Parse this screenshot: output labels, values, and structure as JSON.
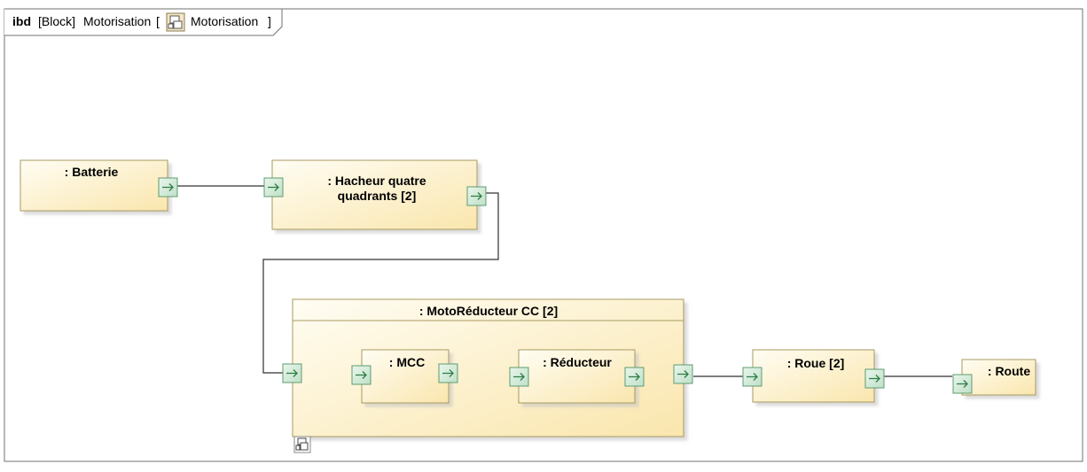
{
  "frame": {
    "kind": "ibd",
    "stereotype": "[Block]",
    "name": "Motorisation",
    "bracket_open": "[",
    "ref_name": "Motorisation",
    "bracket_close": "]",
    "ref_icon": "block-diagram-icon"
  },
  "parts": {
    "batterie": ": Batterie",
    "hacheur_line1": ": Hacheur quatre",
    "hacheur_line2": "quadrants [2]",
    "motoreducteur": ": MotoRéducteur CC [2]",
    "mcc": ": MCC",
    "reducteur": ": Réducteur",
    "roue": ": Roue [2]",
    "route": ": Route"
  },
  "icons": {
    "port": "arrow-right-port-icon",
    "decomposition": "block-diagram-icon"
  },
  "colors": {
    "block_fill_light": "#fffbe6",
    "block_fill_dark": "#fbe8b0",
    "block_border": "#a89a60",
    "port_fill": "#d3ecd9",
    "port_border": "#5e9c70",
    "port_arrow": "#2f7c45",
    "connector": "#303030",
    "frame_border": "#707070"
  }
}
